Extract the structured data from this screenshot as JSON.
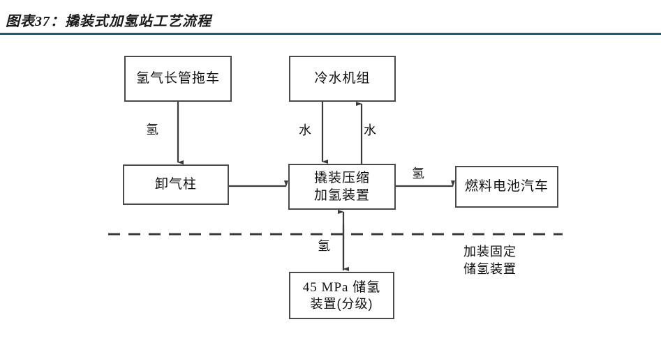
{
  "header": {
    "title": "图表37：撬装式加氢站工艺流程",
    "rule_color": "#1f5c74"
  },
  "diagram": {
    "type": "flowchart",
    "nodes": [
      {
        "id": "trailer",
        "label": "氢气长管拖车",
        "lines": [
          "氢气长管拖车"
        ]
      },
      {
        "id": "chiller",
        "label": "冷水机组",
        "lines": [
          "冷水机组"
        ]
      },
      {
        "id": "unload",
        "label": "卸气柱",
        "lines": [
          "卸气柱"
        ]
      },
      {
        "id": "skid",
        "label": "撬装压缩加氢装置",
        "lines": [
          "撬装压缩",
          "加氢装置"
        ]
      },
      {
        "id": "vehicle",
        "label": "燃料电池汽车",
        "lines": [
          "燃料电池汽车"
        ]
      },
      {
        "id": "storage",
        "label": "45 MPa 储氢装置(分级)",
        "lines": [
          "45 MPa 储氢",
          "装置(分级)"
        ]
      }
    ],
    "edges": [
      {
        "id": "trailer-to-unload",
        "from": "trailer",
        "to": "unload",
        "label": "氢",
        "direction": "down"
      },
      {
        "id": "chiller-to-skid",
        "from": "chiller",
        "to": "skid",
        "label": "水",
        "direction": "down"
      },
      {
        "id": "skid-to-chiller",
        "from": "skid",
        "to": "chiller",
        "label": "水",
        "direction": "up"
      },
      {
        "id": "unload-to-skid",
        "from": "unload",
        "to": "skid",
        "label": "",
        "direction": "right"
      },
      {
        "id": "skid-to-vehicle",
        "from": "skid",
        "to": "vehicle",
        "label": "氢",
        "direction": "right"
      },
      {
        "id": "storage-to-skid",
        "from": "storage",
        "to": "skid",
        "label": "氢",
        "direction": "both-vertical"
      }
    ],
    "divider": {
      "id": "optional-section-divider",
      "style": "dashed"
    },
    "region_note": {
      "lines": [
        "加装固定",
        "储氢装置"
      ]
    },
    "colors": {
      "box_stroke": "#4a4a4a",
      "line": "#3a3a3a",
      "text": "#101010",
      "background": "#ffffff"
    }
  }
}
